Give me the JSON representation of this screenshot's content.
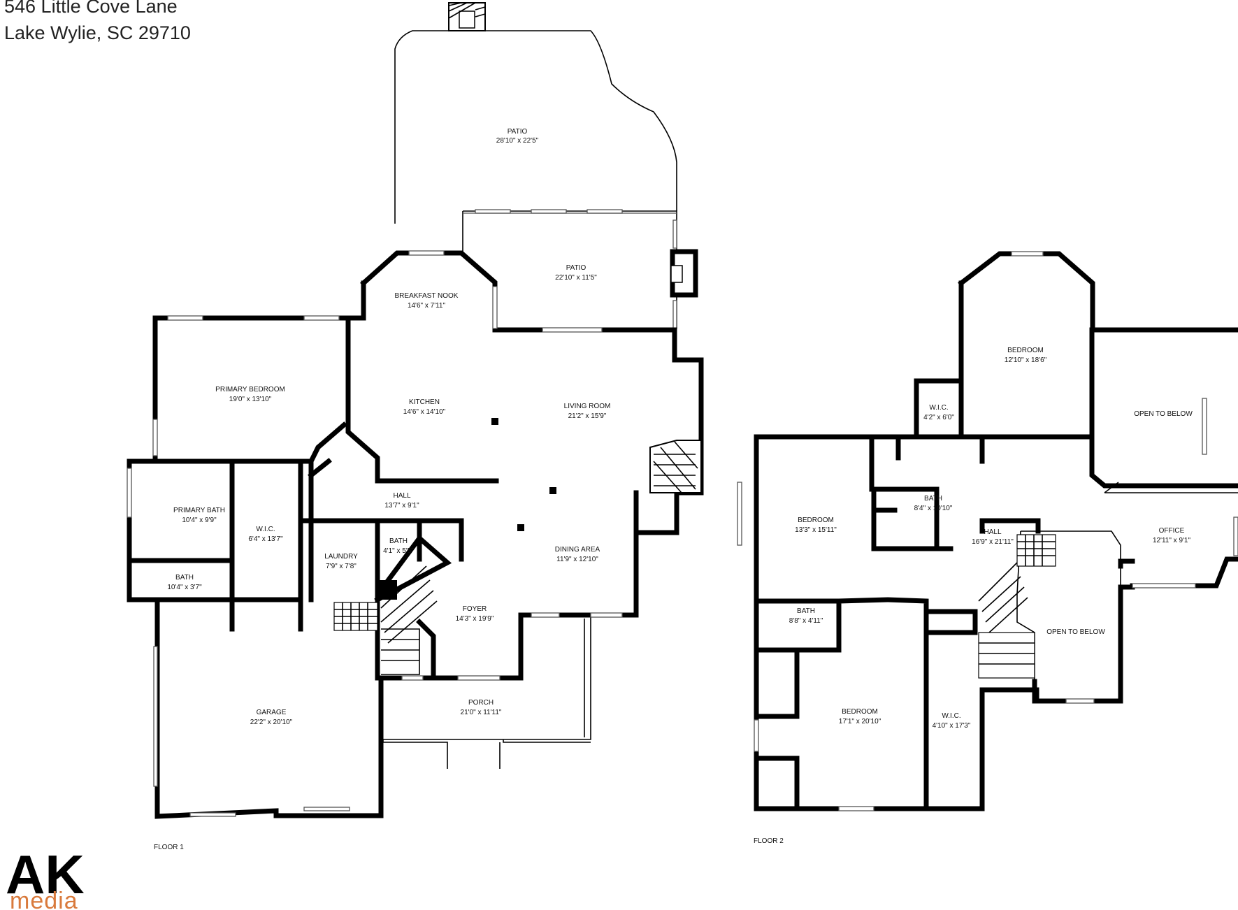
{
  "address": {
    "line1": "546 Little Cove Lane",
    "line2": "Lake Wylie, SC  29710"
  },
  "floor1": {
    "label": "FLOOR 1",
    "rooms": [
      {
        "id": "patio-upper",
        "name": "PATIO",
        "dims": "28'10\" x 22'5\""
      },
      {
        "id": "patio-lower",
        "name": "PATIO",
        "dims": "22'10\" x 11'5\""
      },
      {
        "id": "breakfast-nook",
        "name": "BREAKFAST NOOK",
        "dims": "14'6\" x 7'11\""
      },
      {
        "id": "primary-bedroom",
        "name": "PRIMARY BEDROOM",
        "dims": "19'0\" x 13'10\""
      },
      {
        "id": "kitchen",
        "name": "KITCHEN",
        "dims": "14'6\" x 14'10\""
      },
      {
        "id": "living-room",
        "name": "LIVING ROOM",
        "dims": "21'2\" x 15'9\""
      },
      {
        "id": "hall",
        "name": "HALL",
        "dims": "13'7\" x 9'1\""
      },
      {
        "id": "primary-bath",
        "name": "PRIMARY BATH",
        "dims": "10'4\" x 9'9\""
      },
      {
        "id": "wic",
        "name": "W.I.C.",
        "dims": "6'4\" x 13'7\""
      },
      {
        "id": "laundry",
        "name": "LAUNDRY",
        "dims": "7'9\" x 7'8\""
      },
      {
        "id": "bath-small",
        "name": "BATH",
        "dims": "4'1\" x 5'5\""
      },
      {
        "id": "dining-area",
        "name": "DINING AREA",
        "dims": "11'9\" x 12'10\""
      },
      {
        "id": "bath-primary",
        "name": "BATH",
        "dims": "10'4\" x 3'7\""
      },
      {
        "id": "foyer",
        "name": "FOYER",
        "dims": "14'3\" x 19'9\""
      },
      {
        "id": "porch",
        "name": "PORCH",
        "dims": "21'0\" x 11'11\""
      },
      {
        "id": "garage",
        "name": "GARAGE",
        "dims": "22'2\" x 20'10\""
      }
    ]
  },
  "floor2": {
    "label": "FLOOR 2",
    "rooms": [
      {
        "id": "bedroom-top",
        "name": "BEDROOM",
        "dims": "12'10\" x 18'6\""
      },
      {
        "id": "wic-top",
        "name": "W.I.C.",
        "dims": "4'2\" x 6'0\""
      },
      {
        "id": "open-below-1",
        "name": "OPEN TO BELOW",
        "dims": ""
      },
      {
        "id": "bedroom-left",
        "name": "BEDROOM",
        "dims": "13'3\" x 15'11\""
      },
      {
        "id": "bath-mid",
        "name": "BATH",
        "dims": "8'4\" x 10'10\""
      },
      {
        "id": "hall2",
        "name": "HALL",
        "dims": "16'9\" x 21'11\""
      },
      {
        "id": "office",
        "name": "OFFICE",
        "dims": "12'11\" x 9'1\""
      },
      {
        "id": "bath-lower",
        "name": "BATH",
        "dims": "8'8\" x 4'11\""
      },
      {
        "id": "open-below-2",
        "name": "OPEN TO BELOW",
        "dims": ""
      },
      {
        "id": "bedroom-bottom",
        "name": "BEDROOM",
        "dims": "17'1\" x 20'10\""
      },
      {
        "id": "wic-bottom",
        "name": "W.I.C.",
        "dims": "4'10\" x 17'3\""
      }
    ]
  },
  "logo": {
    "brand": "AK",
    "sub": "media",
    "accent_color": "#d97a3c"
  }
}
